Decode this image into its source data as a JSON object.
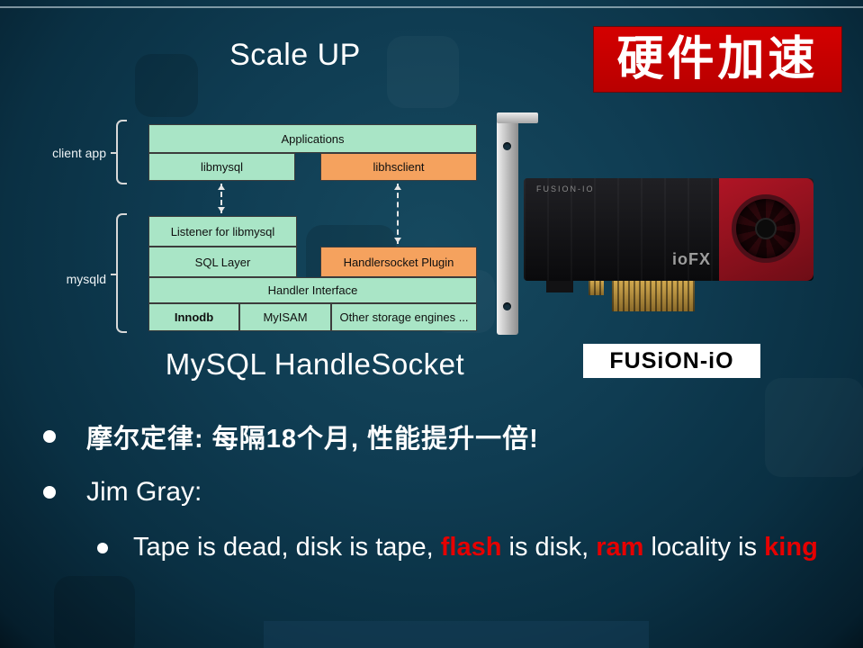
{
  "slide": {
    "title": "Scale UP",
    "badge": "硬件加速",
    "caption": "MySQL HandleSocket"
  },
  "diagram": {
    "client_app_label": "client app",
    "mysqld_label": "mysqld",
    "boxes": {
      "applications": "Applications",
      "libmysql": "libmysql",
      "libhsclient": "libhsclient",
      "listener": "Listener for libmysql",
      "sql_layer": "SQL Layer",
      "handlersocket_plugin": "Handlersocket Plugin",
      "handler_interface": "Handler Interface",
      "innodb": "Innodb",
      "myisam": "MyISAM",
      "other_engines": "Other storage engines ..."
    }
  },
  "hardware": {
    "card_brand": "FUSION-IO",
    "card_model": "ioFX",
    "logo_text": "FUSiON-iO"
  },
  "bullets": {
    "item1": "摩尔定律: 每隔18个月, 性能提升一倍!",
    "item2": "Jim Gray:",
    "item3": {
      "parts": [
        {
          "text": "Tape is dead, disk is tape, ",
          "highlight": false
        },
        {
          "text": "flash",
          "highlight": true
        },
        {
          "text": " is disk, ",
          "highlight": false
        },
        {
          "text": "ram",
          "highlight": true
        },
        {
          "text": " locality is ",
          "highlight": false
        },
        {
          "text": "king",
          "highlight": true
        }
      ]
    }
  },
  "colors": {
    "badge_red": "#cc0000",
    "highlight_red": "#e60000",
    "box_green": "#a9e5c6",
    "box_orange": "#f5a25e",
    "background": "#0f3c52"
  }
}
